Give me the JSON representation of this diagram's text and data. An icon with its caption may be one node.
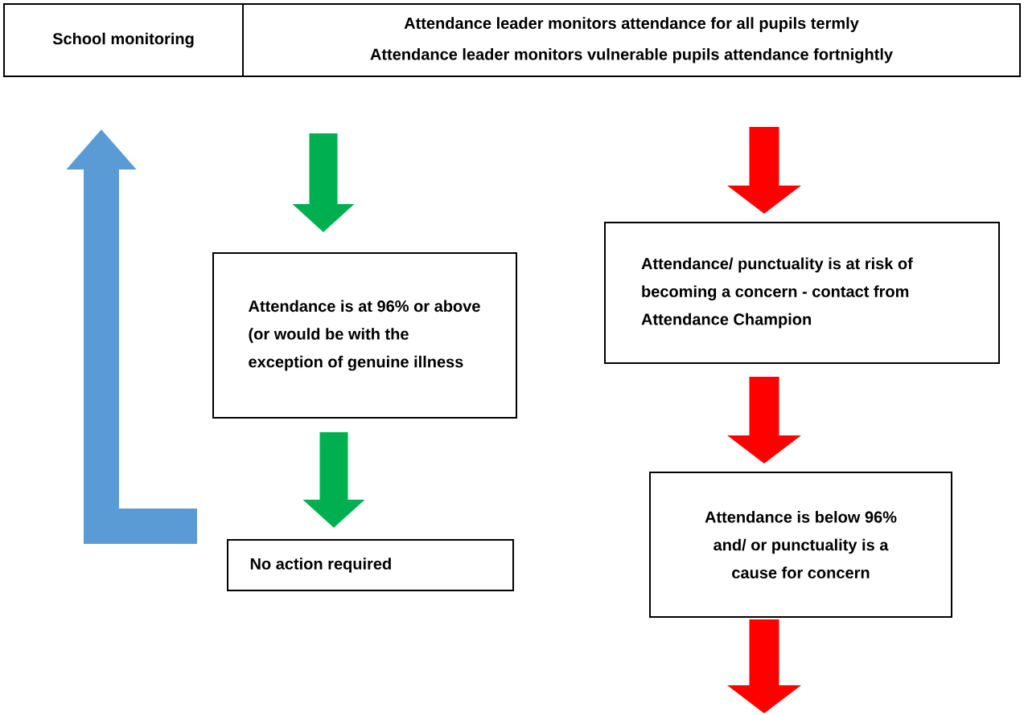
{
  "diagram": {
    "nodes": [
      {
        "text": [
          "School monitoring"
        ]
      },
      {
        "text": [
          "Attendance leader monitors attendance for all pupils termly",
          "Attendance leader monitors vulnerable pupils attendance fortnightly"
        ]
      },
      {
        "text": [
          "Attendance is at 96% or above (or would be with the exception of genuine illness"
        ]
      },
      {
        "text": [
          "No action required"
        ]
      },
      {
        "text": [
          "Attendance/ punctuality is at risk of becoming a concern - contact from Attendance Champion"
        ]
      },
      {
        "text": [
          "Attendance is below 96% and/ or punctuality is a cause for concern"
        ]
      }
    ],
    "edges": [
      {
        "from": 1,
        "to": 2,
        "arrow": "to",
        "color": "#00b050"
      },
      {
        "from": 2,
        "to": 3,
        "arrow": "to",
        "color": "#00b050"
      },
      {
        "from": 1,
        "to": 4,
        "arrow": "to",
        "color": "#ff0000"
      },
      {
        "from": 4,
        "to": 5,
        "arrow": "to",
        "color": "#ff0000"
      },
      {
        "from": 5,
        "to": null,
        "arrow": "to",
        "color": "#ff0000"
      },
      {
        "from": 3,
        "to": 0,
        "arrow": "to",
        "color": "#5b9bd5"
      }
    ]
  }
}
